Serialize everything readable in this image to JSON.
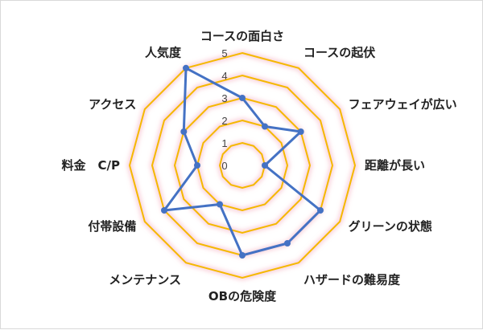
{
  "chart_data": {
    "type": "radar",
    "categories": [
      "コースの面白さ",
      "コースの起伏",
      "フェアウェイが広い",
      "距離が長い",
      "グリーンの状態",
      "ハザードの難易度",
      "OBの危険度",
      "メンテナンス",
      "付帯設備",
      "料金　C/P",
      "アクセス",
      "人気度"
    ],
    "ticks": [
      "0",
      "1",
      "2",
      "3",
      "4",
      "5"
    ],
    "range": [
      0,
      5
    ],
    "series": [
      {
        "values": [
          3,
          2,
          3,
          1,
          4,
          4,
          4,
          2,
          4,
          2,
          3,
          5
        ],
        "color": "#4472C4"
      }
    ],
    "grid_color": "#F5B800",
    "glow_color": "#F4A6B6"
  }
}
